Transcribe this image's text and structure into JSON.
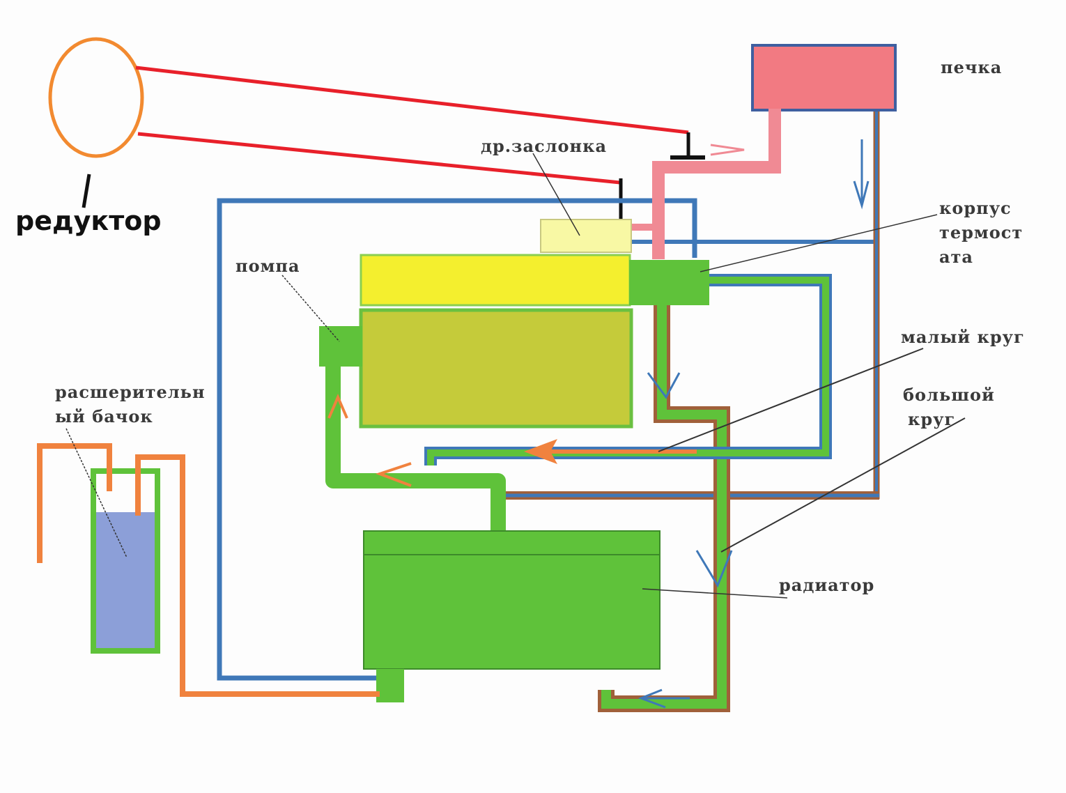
{
  "labels": {
    "reducer": "редуктор",
    "heater": "печка",
    "throttle": "др.заслонка",
    "thermostat_line1": "корпус",
    "thermostat_line2": "термост",
    "thermostat_line3": "ата",
    "pump": "помпа",
    "small_circuit": "малый круг",
    "big_circuit_line1": "большой",
    "big_circuit_line2": "круг",
    "tank_line1": "расшерительн",
    "tank_line2": "ый бачок",
    "radiator": "радиатор"
  },
  "colors": {
    "coolant_green": "#5fc23a",
    "head_yellow": "#f4ef2e",
    "block_olive": "#c5cb3a",
    "heater_pink": "#f27a82",
    "pipe_blue": "#3f78b8",
    "pipe_orange": "#f0823e",
    "gas_red": "#e8202a",
    "reducer_orange": "#f28a30",
    "tank_blue": "#8c9fd8"
  }
}
